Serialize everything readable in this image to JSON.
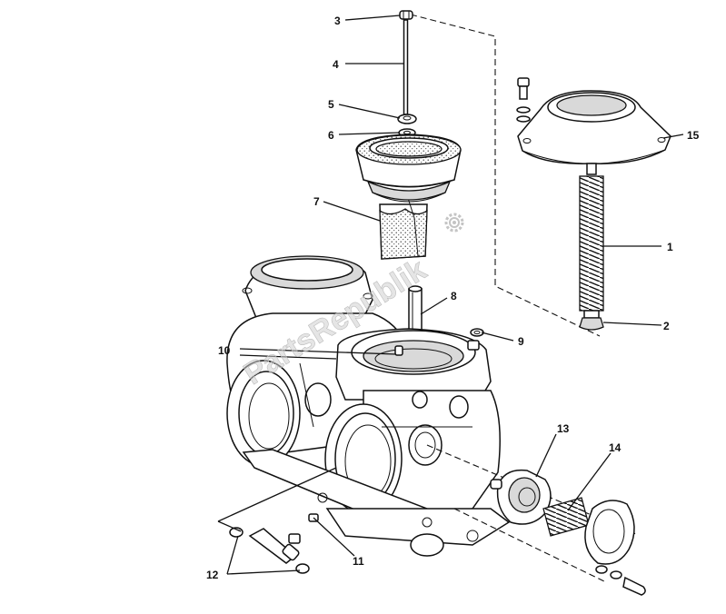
{
  "callouts": {
    "c1": "1",
    "c2": "2",
    "c3": "3",
    "c4": "4",
    "c5": "5",
    "c6": "6",
    "c7": "7",
    "c8": "8",
    "c9": "9",
    "c10": "10",
    "c11": "11",
    "c12": "12",
    "c13": "13",
    "c14": "14",
    "c15": "15"
  },
  "watermark": {
    "text": "PartsRepublik",
    "icon": "gear-icon"
  },
  "colors": {
    "line": "#111111",
    "background": "#ffffff",
    "watermark": "#cfcfcf"
  }
}
